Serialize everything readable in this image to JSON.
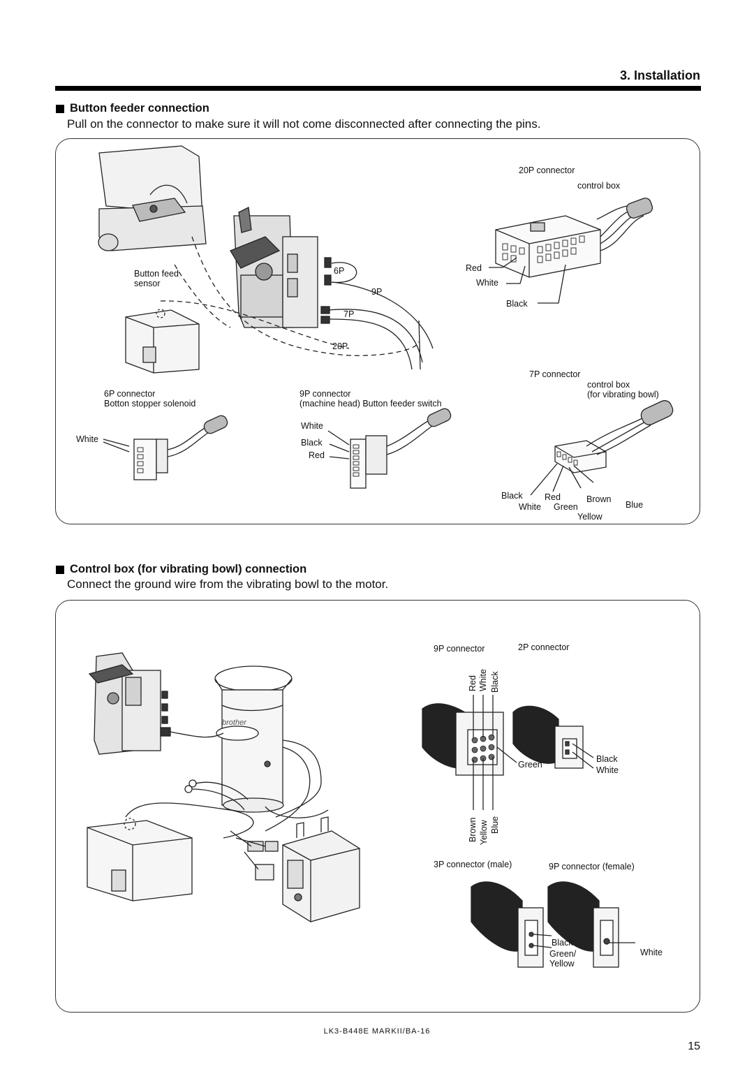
{
  "header": {
    "section": "3. Installation"
  },
  "button_feeder": {
    "heading": "Button feeder connection",
    "instruction": "Pull on the connector to make sure it will not come disconnected after connecting the pins.",
    "labels": {
      "button_feed_sensor_1": "Button feed",
      "button_feed_sensor_2": "sensor",
      "p6": "6P",
      "p9": "9P",
      "p7": "7P",
      "p20": "20P",
      "c20_title": "20P connector",
      "c20_sub": "control box",
      "c20_red": "Red",
      "c20_white": "White",
      "c20_black": "Black",
      "c6_title": "6P connector",
      "c6_sub": "Botton stopper solenoid",
      "c6_white": "White",
      "c9_title": "9P connector",
      "c9_sub": "(machine head)  Button feeder switch",
      "c9_white": "White",
      "c9_black": "Black",
      "c9_red": "Red",
      "c7_title": "7P connector",
      "c7_sub1": "control box",
      "c7_sub2": "(for vibrating bowl)",
      "c7_black": "Black",
      "c7_red": "Red",
      "c7_brown": "Brown",
      "c7_blue": "Blue",
      "c7_white": "White",
      "c7_green": "Green",
      "c7_yellow": "Yellow"
    }
  },
  "control_box": {
    "heading": "Control box (for vibrating bowl) connection",
    "instruction": "Connect the ground wire from the vibrating bowl to the motor.",
    "labels": {
      "c9_title": "9P connector",
      "c2_title": "2P connector",
      "top_red": "Red",
      "top_white": "White",
      "top_black": "Black",
      "bot_brown": "Brown",
      "bot_yellow": "Yellow",
      "bot_blue": "Blue",
      "green": "Green",
      "c2_black": "Black",
      "c2_white": "White",
      "c3_title": "3P connector (male)",
      "c9f_title": "9P connector (female)",
      "c3_black": "Black",
      "c3_green": "Green/",
      "c3_yellow": "Yellow",
      "c9f_white": "White",
      "bowl_brand": "brother"
    }
  },
  "footer": {
    "code": "LK3-B448E MARKII/BA-16",
    "page": "15"
  }
}
